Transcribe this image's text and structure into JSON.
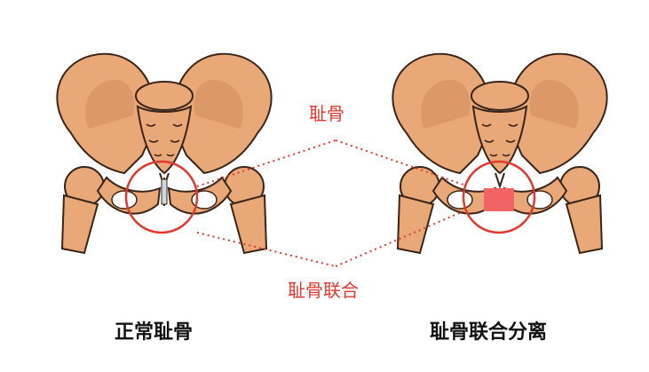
{
  "labels": {
    "pubis": "耻骨",
    "symphysis": "耻骨联合"
  },
  "captions": {
    "left": "正常耻骨",
    "right": "耻骨联合分离"
  },
  "colors": {
    "bone": "#e8a877",
    "bone_shade": "#d18c5b",
    "outline": "#3a2418",
    "annotation": "#e0392e",
    "highlight_fill": "#f26464"
  },
  "illustrations": [
    {
      "name": "normal-pelvis",
      "condition": "normal"
    },
    {
      "name": "separated-pelvis",
      "condition": "separated"
    }
  ]
}
